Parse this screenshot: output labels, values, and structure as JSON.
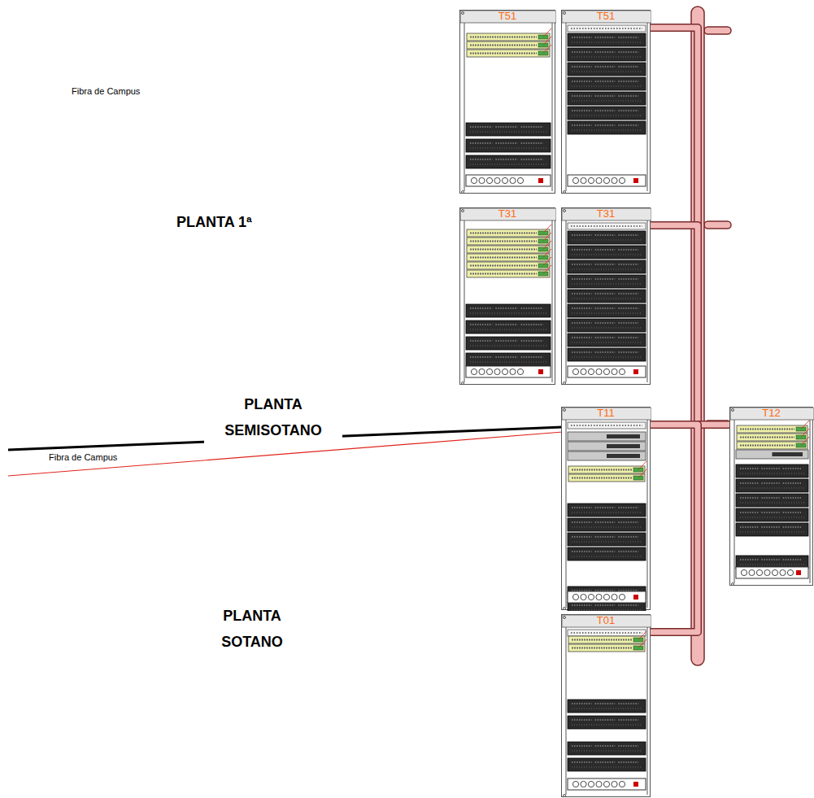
{
  "diagram": {
    "nodes": [
      {
        "text": [
          "T51"
        ]
      },
      {
        "text": [
          "T51"
        ]
      },
      {
        "text": [
          "T31"
        ]
      },
      {
        "text": [
          "T31"
        ]
      },
      {
        "text": [
          "T11"
        ]
      },
      {
        "text": [
          "T12"
        ]
      },
      {
        "text": [
          "T01"
        ]
      }
    ],
    "edges": [
      {
        "from": 4,
        "to": 1,
        "arrow": "none"
      },
      {
        "from": 4,
        "to": 3,
        "arrow": "none"
      },
      {
        "from": 4,
        "to": 5,
        "arrow": "none"
      },
      {
        "from": 4,
        "to": 6,
        "arrow": "none"
      }
    ],
    "labels": [
      "Fibra de Campus",
      "PLANTA 1ª",
      "PLANTA SEMISOTANO",
      "Fibra de Campus",
      "PLANTA SOTANO"
    ]
  }
}
